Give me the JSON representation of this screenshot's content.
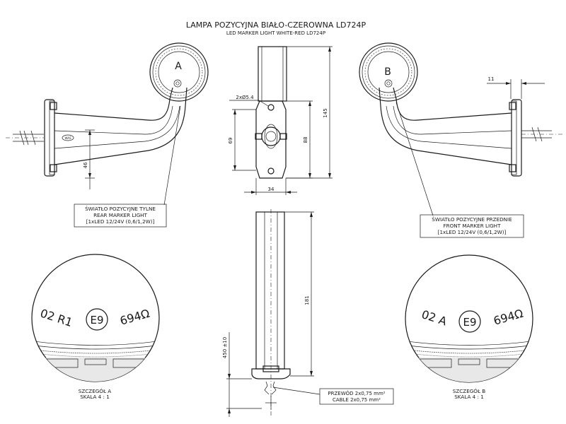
{
  "title": {
    "main": "LAMPA POZYCYJNA BIAŁO-CZEROWNA LD724P",
    "sub": "LED MARKER LIGHT WHITE-RED LD724P"
  },
  "rear_view": {
    "letter": "A",
    "label_lines": [
      "ŚWIATŁO POZYCYJNE TYLNE",
      "REAR MARKER LIGHT",
      "[1xLED 12/24V (0,6/1,2W)]"
    ],
    "dim_46": "46"
  },
  "front_view": {
    "letter": "B",
    "label_lines": [
      "ŚWIATŁO POZYCYJNE PRZEDNIE",
      "FRONT MARKER LIGHT",
      "[1xLED 12/24V (0,6/1,2W)]"
    ],
    "dim_11": "11"
  },
  "center_view": {
    "holes": "2xØ5.4",
    "dim_69": "69",
    "dim_88": "88",
    "dim_145": "145",
    "dim_34": "34"
  },
  "lower_view": {
    "dim_181": "181",
    "dim_450": "450 ±10",
    "cable_lines": [
      "PRZEWÓD 2x0,75 mm²",
      "CABLE 2x0,75 mm²"
    ]
  },
  "detail_a": {
    "engraving_left": "02 R1",
    "engraving_mark": "E9",
    "engraving_right": "694Ω",
    "caption_lines": [
      "SZCZEGÓŁ A",
      "SKALA 4 : 1"
    ]
  },
  "detail_b": {
    "engraving_left": "02 A",
    "engraving_mark": "E9",
    "engraving_right": "694Ω",
    "caption_lines": [
      "SZCZEGÓŁ B",
      "SKALA 4 : 1"
    ]
  }
}
